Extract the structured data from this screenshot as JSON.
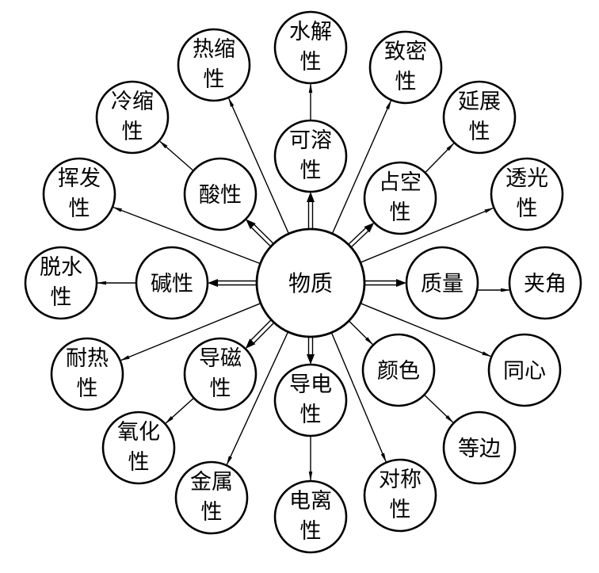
{
  "colors": {
    "stroke": "#000000",
    "background": "#ffffff"
  },
  "center": {
    "label": "物质"
  },
  "nodes": {
    "heat_shrink": {
      "lines": [
        "热缩",
        "性"
      ]
    },
    "hydrolysis": {
      "lines": [
        "水解",
        "性"
      ]
    },
    "density": {
      "lines": [
        "致密",
        "性"
      ]
    },
    "cold_shrink": {
      "lines": [
        "冷缩",
        "性"
      ]
    },
    "ductility": {
      "lines": [
        "延展",
        "性"
      ]
    },
    "volatility": {
      "lines": [
        "挥发",
        "性"
      ]
    },
    "transparency": {
      "lines": [
        "透光",
        "性"
      ]
    },
    "dehydration": {
      "lines": [
        "脱水",
        "性"
      ]
    },
    "angle": {
      "lines": [
        "夹角"
      ]
    },
    "heat_resistance": {
      "lines": [
        "耐热",
        "性"
      ]
    },
    "concentric": {
      "lines": [
        "同心"
      ]
    },
    "oxidation": {
      "lines": [
        "氧化",
        "性"
      ]
    },
    "equilateral": {
      "lines": [
        "等边"
      ]
    },
    "metallicity": {
      "lines": [
        "金属",
        "性"
      ]
    },
    "ionization": {
      "lines": [
        "电离",
        "性"
      ]
    },
    "symmetry": {
      "lines": [
        "对称",
        "性"
      ]
    },
    "solubility": {
      "lines": [
        "可溶",
        "性"
      ]
    },
    "acidity": {
      "lines": [
        "酸性"
      ]
    },
    "space_occupancy": {
      "lines": [
        "占空",
        "性"
      ]
    },
    "alkalinity": {
      "lines": [
        "碱性"
      ]
    },
    "mass": {
      "lines": [
        "质量"
      ]
    },
    "magnetic_conductivity": {
      "lines": [
        "导磁",
        "性"
      ]
    },
    "electrical_conductivity": {
      "lines": [
        "导电",
        "性"
      ]
    },
    "color": {
      "lines": [
        "颜色"
      ]
    }
  }
}
